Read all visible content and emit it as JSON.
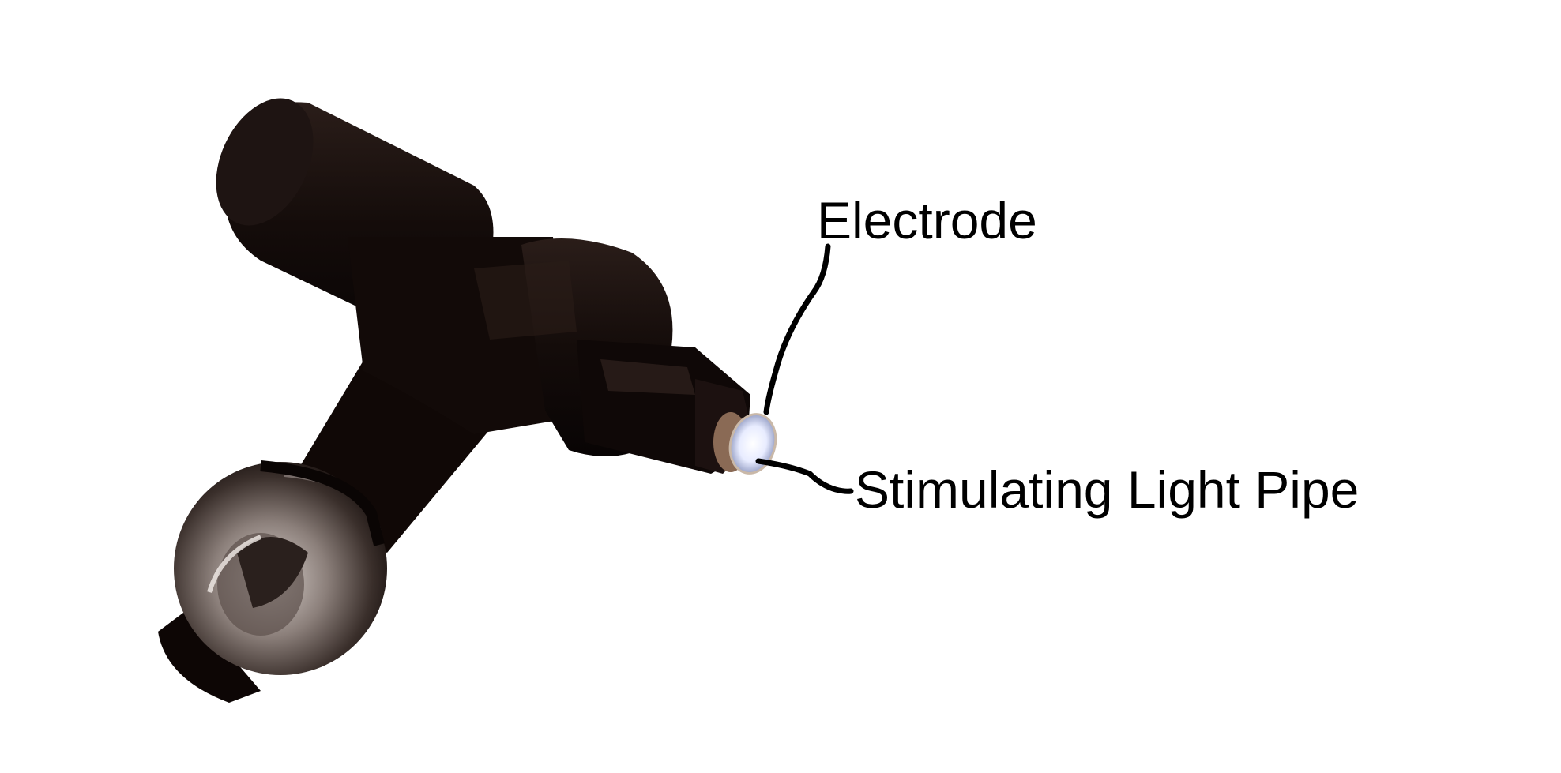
{
  "image": {
    "subject": "optogenetic device photo",
    "background_color": "#ffffff",
    "device_color": "#120a08",
    "light_tip_color": "#e8ecff"
  },
  "labels": {
    "electrode": "Electrode",
    "light_pipe": "Stimulating Light Pipe"
  },
  "icons": {
    "device": "device-photo",
    "leader": "leader-line"
  }
}
